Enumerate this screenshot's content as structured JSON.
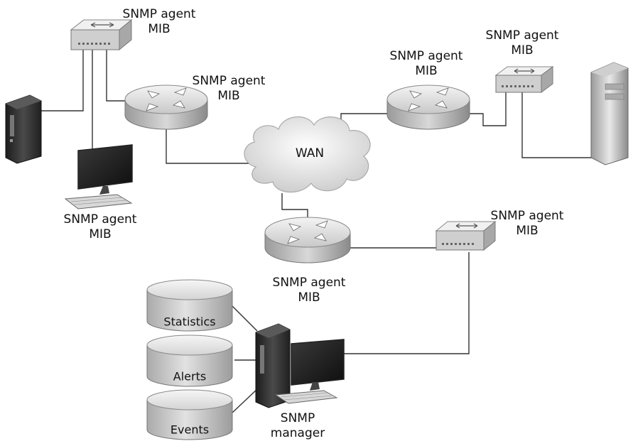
{
  "labels": {
    "switch_top_left": {
      "line1": "SNMP agent",
      "line2": "MIB"
    },
    "router_top_left": {
      "line1": "SNMP agent",
      "line2": "MIB"
    },
    "workstation_left": {
      "line1": "SNMP agent",
      "line2": "MIB"
    },
    "router_top_right": {
      "line1": "SNMP agent",
      "line2": "MIB"
    },
    "switch_top_right": {
      "line1": "SNMP agent",
      "line2": "MIB"
    },
    "router_middle": {
      "line1": "SNMP agent",
      "line2": "MIB"
    },
    "switch_bottom_right": {
      "line1": "SNMP agent",
      "line2": "MIB"
    },
    "manager": {
      "line1": "SNMP",
      "line2": "manager"
    }
  },
  "cloud": {
    "label": "WAN"
  },
  "databases": {
    "statistics": "Statistics",
    "alerts": "Alerts",
    "events": "Events"
  },
  "colors": {
    "device_light": "#e6e6e6",
    "device_mid": "#bdbdbd",
    "device_dark": "#7a7a7a",
    "line": "#333333",
    "tower_dark": "#2a2a2a"
  }
}
